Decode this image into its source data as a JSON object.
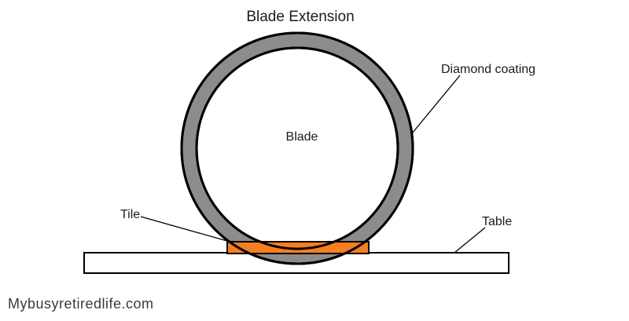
{
  "title": "Blade Extension",
  "diagram": {
    "blade_label": "Blade",
    "diamond_coating_label": "Diamond coating",
    "tile_label": "Tile",
    "table_label": "Table"
  },
  "watermark": "Mybusyretiredlife.com",
  "colors": {
    "ring_gray": "#8c8c8c",
    "tile_orange": "#f57e20",
    "table_white": "#ffffff",
    "blade_interior_white": "#ffffff",
    "outline": "#000000",
    "label_text": "#1c1c1c",
    "watermark_text": "#3a3a3a",
    "background": "#ffffff"
  }
}
